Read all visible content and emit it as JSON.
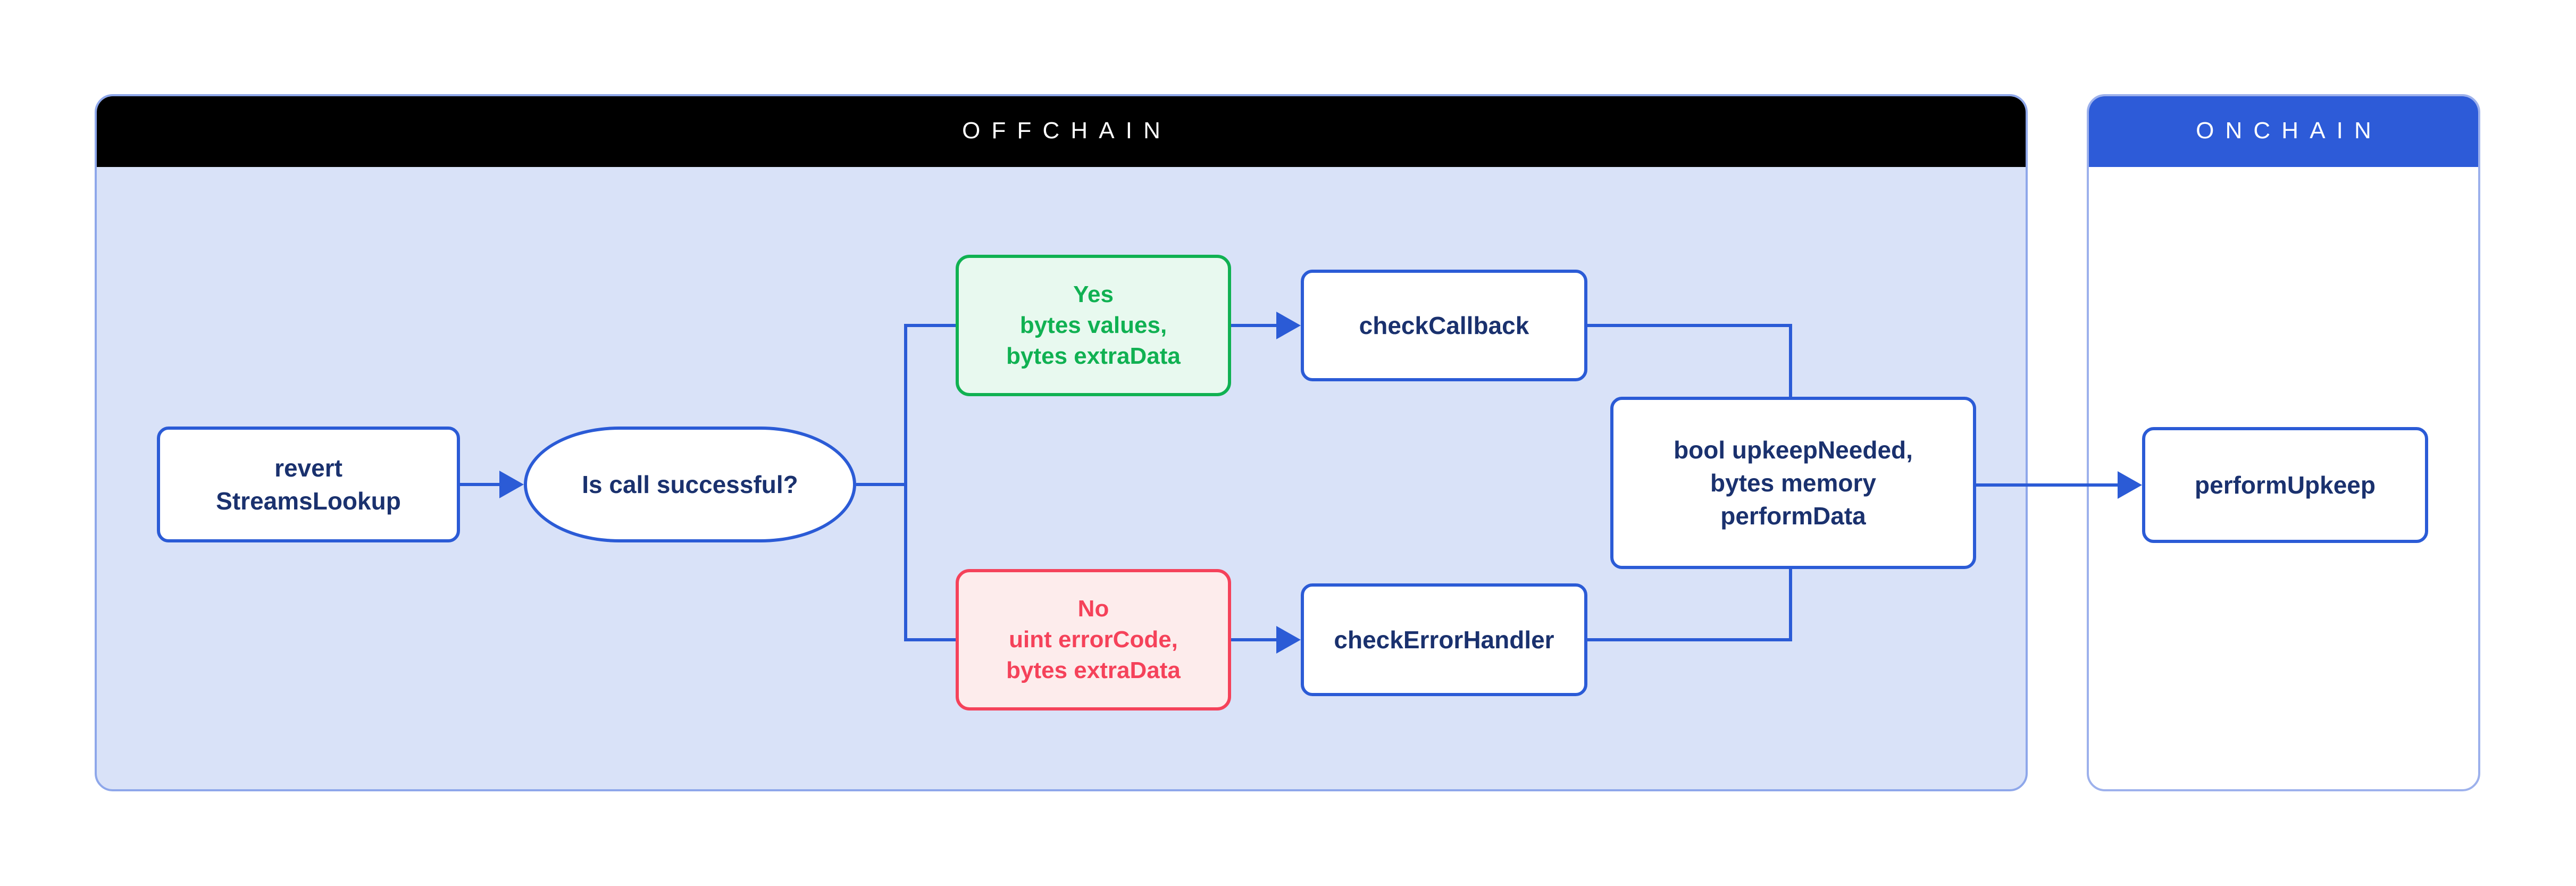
{
  "panels": {
    "offchain": {
      "title": "OFFCHAIN"
    },
    "onchain": {
      "title": "ONCHAIN"
    }
  },
  "nodes": {
    "revert": {
      "lines": [
        "revert",
        "StreamsLookup"
      ]
    },
    "question": {
      "lines": [
        "Is call successful?"
      ]
    },
    "yes": {
      "lines": [
        "Yes",
        "bytes values,",
        "bytes extraData"
      ]
    },
    "check_callback": {
      "lines": [
        "checkCallback"
      ]
    },
    "no": {
      "lines": [
        "No",
        "uint errorCode,",
        "bytes extraData"
      ]
    },
    "check_error_handler": {
      "lines": [
        "checkErrorHandler"
      ]
    },
    "upkeep_result": {
      "lines": [
        "bool upkeepNeeded,",
        "bytes memory",
        "performData"
      ]
    },
    "perform_upkeep": {
      "lines": [
        "performUpkeep"
      ]
    }
  },
  "colors": {
    "connector_blue": "#2b5bd6",
    "offchain_header": "#000000",
    "onchain_header": "#2d5bd8",
    "offchain_fill": "#d9e2f8",
    "panel_border": "#8ea7ea",
    "navy_text": "#1a316e",
    "green": "#10b152",
    "green_fill": "#e8f9ef",
    "red": "#f5425a",
    "red_fill": "#fdecec"
  }
}
